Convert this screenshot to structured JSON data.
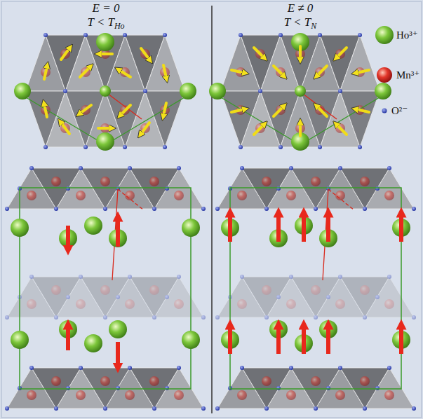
{
  "diagram": {
    "labels": [
      "E = 0",
      "T < T",
      "Ho",
      "E ≠ 0",
      "T < T",
      "N"
    ],
    "legend": [
      {
        "text": "Ho³⁺"
      },
      {
        "text": "Mn³⁺"
      },
      {
        "text": "O²⁻"
      }
    ]
  }
}
